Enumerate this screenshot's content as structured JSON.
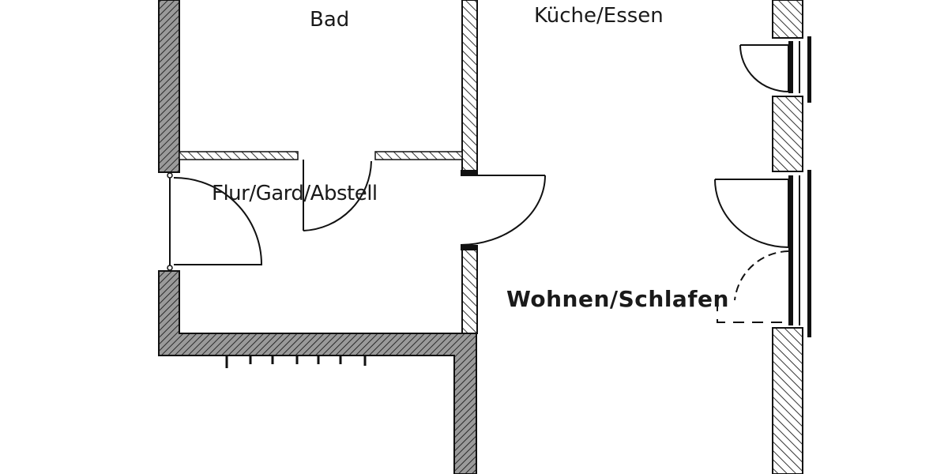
{
  "rooms": [
    {
      "id": "bad",
      "label": "Bad"
    },
    {
      "id": "kueche",
      "label": "Küche/Essen"
    },
    {
      "id": "flur",
      "label": "Flur/Gard/Abstell"
    },
    {
      "id": "wohnen",
      "label": "Wohnen/Schlafen"
    }
  ],
  "colors": {
    "wall_outline": "#1a1a1a",
    "wall_fill": "#bdbdbd",
    "background": "#ffffff"
  }
}
